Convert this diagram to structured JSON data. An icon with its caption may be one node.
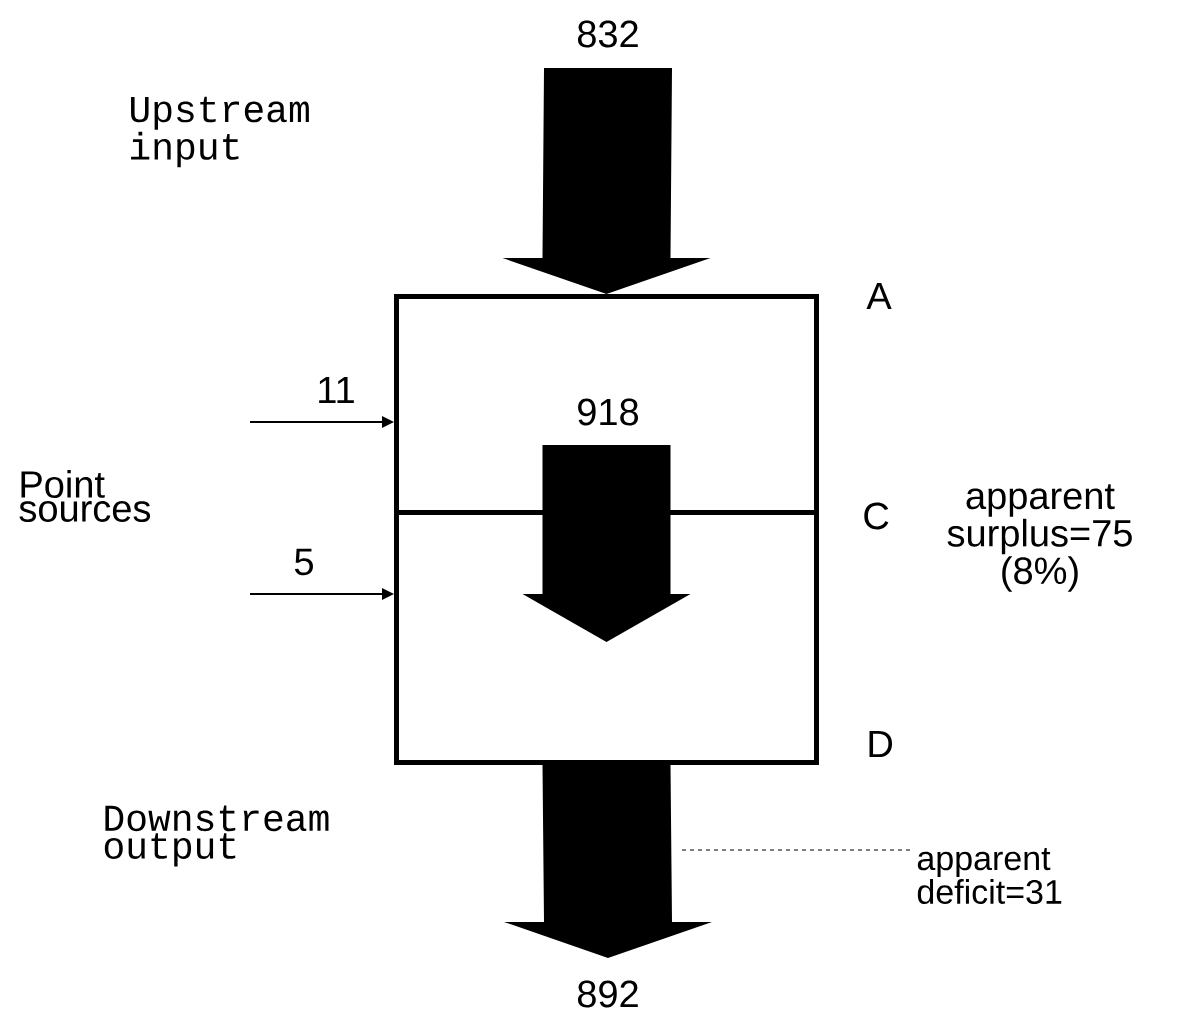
{
  "diagram": {
    "nodes": [
      {
        "text": [],
        "shape": "box"
      },
      {
        "text": [],
        "shape": "box"
      },
      {
        "text": [
          "apparent deficit=31"
        ]
      }
    ],
    "edges": [
      {
        "from": null,
        "to": 0,
        "arrow": "to",
        "label": "832",
        "style": "thick"
      },
      {
        "from": null,
        "to": 0,
        "arrow": "to",
        "label": "11"
      },
      {
        "from": null,
        "to": 1,
        "arrow": "to",
        "label": "5"
      },
      {
        "from": 0,
        "to": 1,
        "arrow": "to",
        "label": "918",
        "style": "thick"
      },
      {
        "from": 1,
        "to": null,
        "arrow": "to",
        "label": "892",
        "style": "thick"
      },
      {
        "from": 2,
        "to": null,
        "arrow": "none",
        "style": "dashed"
      }
    ],
    "labels": [
      "Upstream input",
      "A",
      "Point sources",
      "C",
      "apparent surplus=75 (8%)",
      "D",
      "Downstream output"
    ]
  }
}
